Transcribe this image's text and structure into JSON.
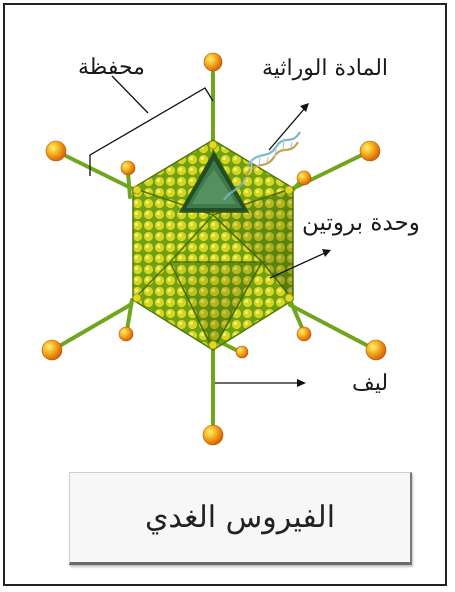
{
  "labels": {
    "envelope": "محفظة",
    "genetic_material": "المادة الوراثية",
    "protein_unit": "وحدة بروتين",
    "fiber": "ليف"
  },
  "caption": "الفيروس الغدي",
  "colors": {
    "capsid_base": "#7fae1e",
    "capsomer": "#c8d21e",
    "spike_ball": "#f2a51c",
    "dna_strand": "#9cc6cf",
    "frame": "#222222"
  }
}
